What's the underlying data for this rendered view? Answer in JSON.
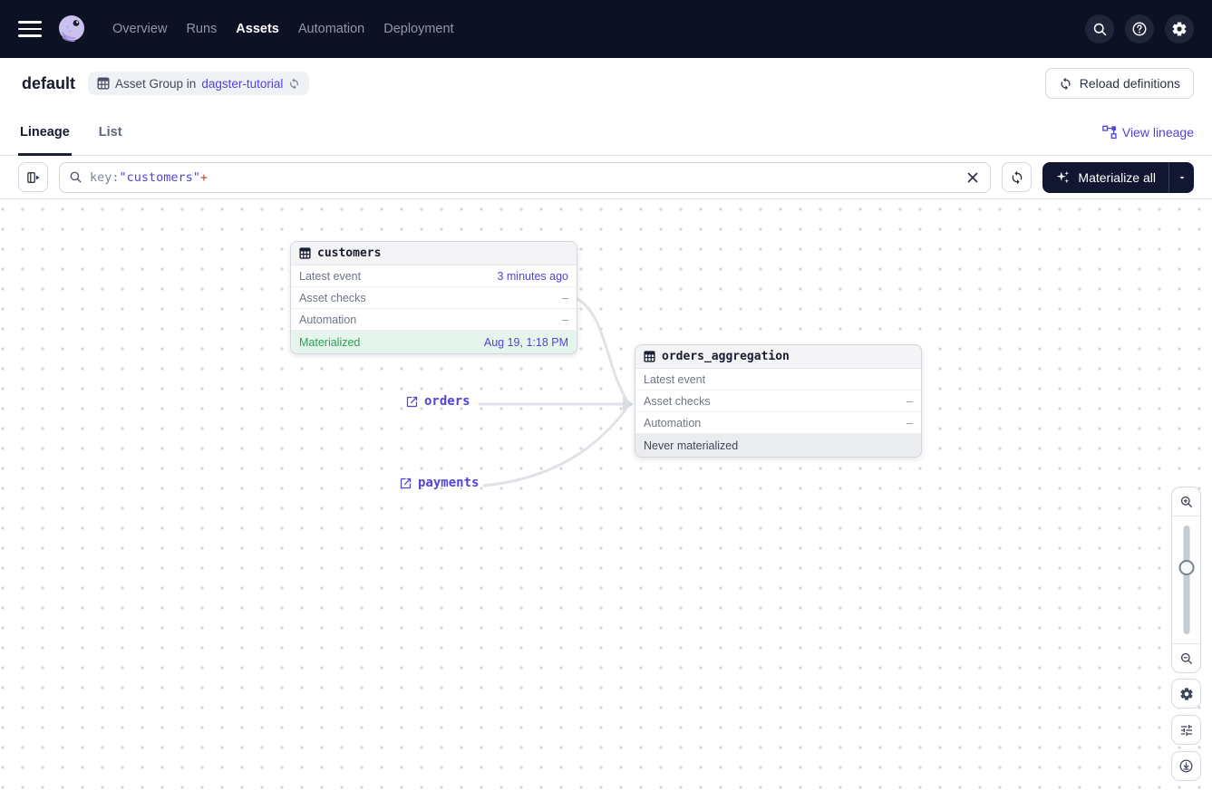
{
  "navbar": {
    "items": [
      {
        "label": "Overview"
      },
      {
        "label": "Runs"
      },
      {
        "label": "Assets"
      },
      {
        "label": "Automation"
      },
      {
        "label": "Deployment"
      }
    ]
  },
  "header": {
    "title": "default",
    "badge_label": "Asset Group in",
    "badge_link": "dagster-tutorial",
    "reload_button": "Reload definitions"
  },
  "tabs": {
    "lineage": "Lineage",
    "list": "List",
    "view_lineage": "View lineage"
  },
  "toolbar": {
    "search_prefix": "key:",
    "search_value": "\"customers\"",
    "search_suffix": "+",
    "materialize_label": "Materialize all"
  },
  "graph": {
    "nodes": [
      {
        "name": "customers",
        "rows": [
          {
            "label": "Latest event",
            "value": "3 minutes ago"
          },
          {
            "label": "Asset checks",
            "value": "–"
          },
          {
            "label": "Automation",
            "value": "–"
          }
        ],
        "status_label": "Materialized",
        "status_value": "Aug 19, 1:18 PM"
      },
      {
        "name": "orders_aggregation",
        "rows": [
          {
            "label": "Latest event",
            "value": ""
          },
          {
            "label": "Asset checks",
            "value": "–"
          },
          {
            "label": "Automation",
            "value": "–"
          }
        ],
        "status_label": "Never materialized",
        "status_value": ""
      }
    ],
    "external_assets": [
      {
        "label": "orders"
      },
      {
        "label": "payments"
      }
    ]
  },
  "icons": {
    "menu": "hamburger",
    "logo": "dagster-octopus",
    "search": "magnifier",
    "help": "question-circle",
    "settings": "gear",
    "asset_group": "table-grid",
    "badge_reload": "sync-arrows",
    "view_lineage": "graph-nodes",
    "panel_toggle": "sidebar-expand",
    "clear": "x",
    "refresh": "sync-arrows",
    "materialize": "sparkle",
    "dropdown": "caret-down",
    "external_link": "box-arrow",
    "zoom_in": "magnifier-plus",
    "zoom_out": "magnifier-minus",
    "graph_settings": "gear",
    "graph_filters": "tune-sliders",
    "recenter": "arrow-down-circle"
  },
  "colors": {
    "navbar_bg": "#0d1124",
    "accent_indigo": "#4f43dd",
    "operator_red": "#b8402c",
    "status_green": "#2e9e58",
    "materialize_button_bg": "#111631",
    "edge_gray": "#e0e2e8"
  }
}
